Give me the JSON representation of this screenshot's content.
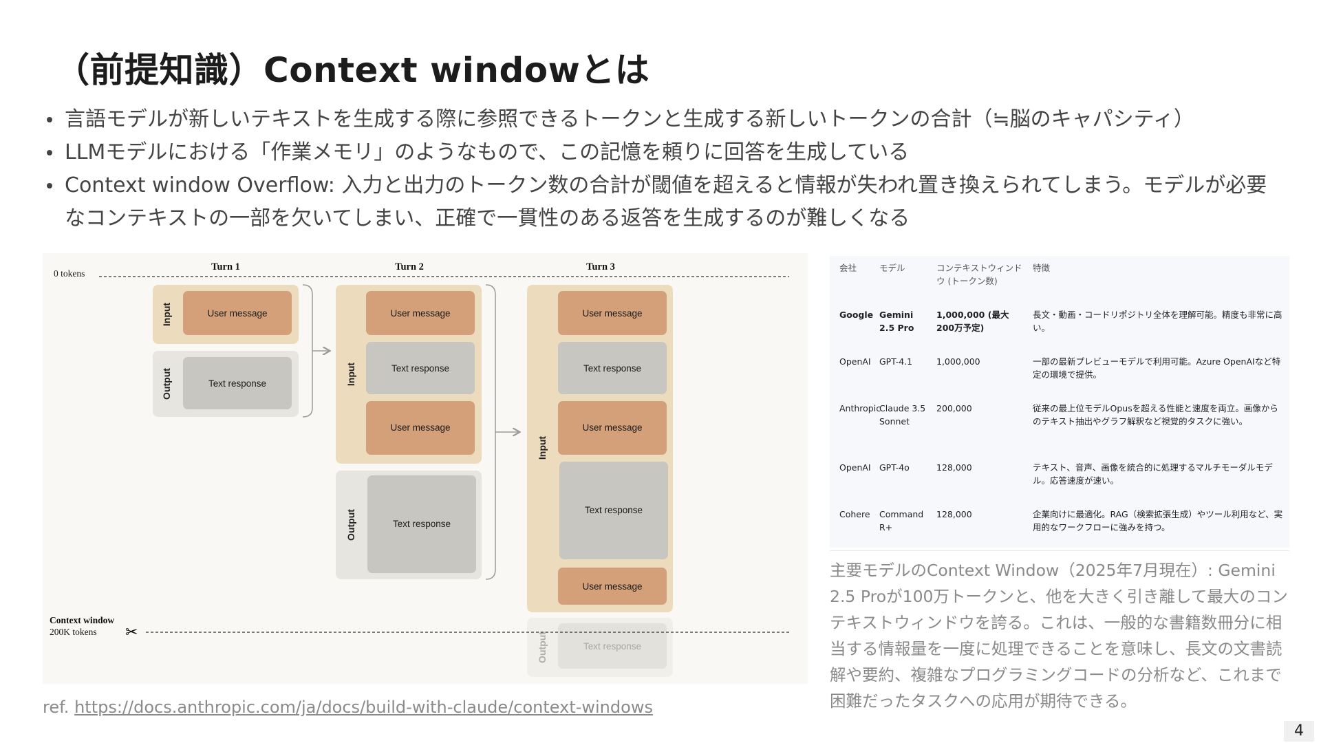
{
  "title": "（前提知識）Context windowとは",
  "bullets": [
    "言語モデルが新しいテキストを生成する際に参照できるトークンと生成する新しいトークンの合計（≒脳のキャパシティ）",
    "LLMモデルにおける「作業メモリ」のようなもので、この記憶を頼りに回答を生成している",
    "Context window Overflow: 入力と出力のトークン数の合計が閾値を超えると情報が失われ置き換えられてしまう。モデルが必要なコンテキストの一部を欠いてしまい、正確で一貫性のある返答を生成するのが難しくなる"
  ],
  "diagram": {
    "zero_label": "0 tokens",
    "context_label": "Context window",
    "context_tokens": "200K tokens",
    "turns": [
      "Turn 1",
      "Turn 2",
      "Turn 3"
    ],
    "input_label": "Input",
    "output_label": "Output",
    "user_message": "User message",
    "text_response": "Text response",
    "colors": {
      "input_bg": "#ecdcbd",
      "output_bg": "#e7e5e0",
      "user_msg": "#d4a07a",
      "text_resp": "#c7c6c1",
      "arrow": "#9a9a9a"
    }
  },
  "table": {
    "headers": [
      "会社",
      "モデル",
      "コンテキストウィンドウ (トークン数)",
      "特徴"
    ],
    "rows": [
      {
        "company": "Google",
        "model": "Gemini 2.5 Pro",
        "tokens": "1,000,000 (最大200万予定)",
        "feature": "長文・動画・コードリポジトリ全体を理解可能。精度も非常に高い。",
        "bold": true
      },
      {
        "company": "OpenAI",
        "model": "GPT-4.1",
        "tokens": "1,000,000",
        "feature": "一部の最新プレビューモデルで利用可能。Azure OpenAIなど特定の環境で提供。",
        "bold": false
      },
      {
        "company": "Anthropic",
        "model": "Claude 3.5 Sonnet",
        "tokens": "200,000",
        "feature": "従来の最上位モデルOpusを超える性能と速度を両立。画像からのテキスト抽出やグラフ解釈など視覚的タスクに強い。",
        "bold": false
      },
      {
        "company": "OpenAI",
        "model": "GPT-4o",
        "tokens": "128,000",
        "feature": "テキスト、音声、画像を統合的に処理するマルチモーダルモデル。応答速度が速い。",
        "bold": false
      },
      {
        "company": "Cohere",
        "model": "Command R+",
        "tokens": "128,000",
        "feature": "企業向けに最適化。RAG（検索拡張生成）やツール利用など、実用的なワークフローに強みを持つ。",
        "bold": false
      }
    ]
  },
  "description": "主要モデルのContext Window（2025年7月現在）: Gemini 2.5 Proが100万トークンと、他を大きく引き離して最大のコンテキストウィンドウを誇る。これは、一般的な書籍数冊分に相当する情報量を一度に処理できることを意味し、長文の文書読解や要約、複雑なプログラミングコードの分析など、これまで困難だったタスクへの応用が期待できる。",
  "ref": {
    "prefix": "ref.",
    "url": "https://docs.anthropic.com/ja/docs/build-with-claude/context-windows"
  },
  "page_number": "4"
}
